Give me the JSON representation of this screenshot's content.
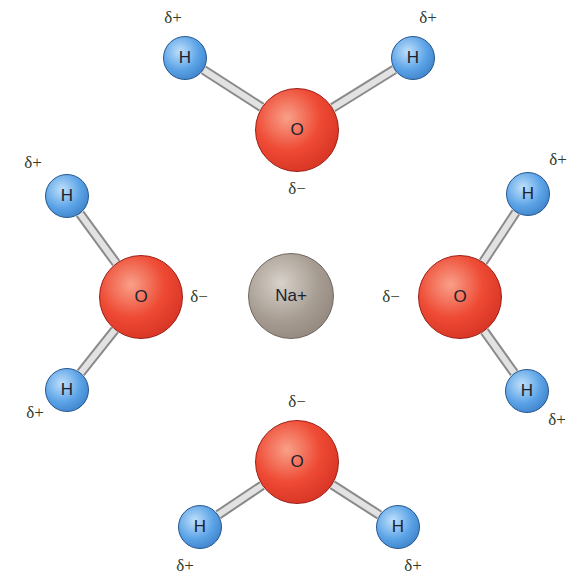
{
  "diagram": {
    "nodes": [
      {
        "text": [
          "H"
        ]
      },
      {
        "text": [
          "H"
        ]
      },
      {
        "text": [
          "O"
        ]
      },
      {
        "text": [
          "H"
        ]
      },
      {
        "text": [
          "H"
        ]
      },
      {
        "text": [
          "O"
        ]
      },
      {
        "text": [
          "Na+"
        ]
      },
      {
        "text": [
          "O"
        ]
      },
      {
        "text": [
          "H"
        ]
      },
      {
        "text": [
          "H"
        ]
      },
      {
        "text": [
          "O"
        ]
      },
      {
        "text": [
          "H"
        ]
      },
      {
        "text": [
          "H"
        ]
      }
    ],
    "edges": [
      {
        "from": 2,
        "to": 0,
        "arrow": "none"
      },
      {
        "from": 2,
        "to": 1,
        "arrow": "none"
      },
      {
        "from": 5,
        "to": 3,
        "arrow": "none"
      },
      {
        "from": 5,
        "to": 8,
        "arrow": "none"
      },
      {
        "from": 7,
        "to": 4,
        "arrow": "none"
      },
      {
        "from": 7,
        "to": 9,
        "arrow": "none"
      },
      {
        "from": 10,
        "to": 11,
        "arrow": "none"
      },
      {
        "from": 10,
        "to": 12,
        "arrow": "none"
      }
    ],
    "labels": [
      "δ+",
      "δ+",
      "δ−",
      "δ+",
      "δ+",
      "δ−",
      "δ−",
      "δ+",
      "δ+",
      "δ−",
      "δ+",
      "δ+"
    ]
  }
}
